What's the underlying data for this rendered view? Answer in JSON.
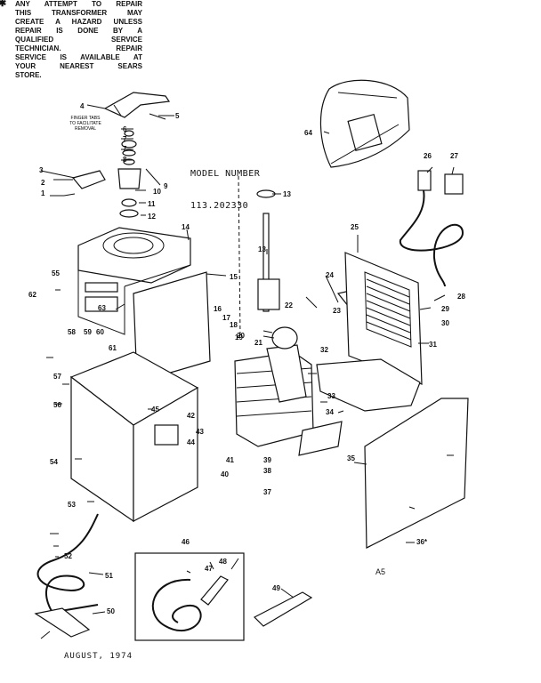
{
  "model": {
    "heading": "MODEL NUMBER",
    "number": "113.202330"
  },
  "date": "AUGUST, 1974",
  "page_code": "A5",
  "callout_note": [
    "FINGER TABS",
    "TO FACILITATE",
    "REMOVAL"
  ],
  "warning": {
    "symbol": "✱",
    "lines": [
      "ANY ATTEMPT TO REPAIR",
      "THIS TRANSFORMER MAY",
      "CREATE A HAZARD UNLESS",
      "REPAIR IS DONE BY A",
      "QUALIFIED SERVICE",
      "TECHNICIAN. REPAIR",
      "SERVICE IS AVAILABLE AT",
      "YOUR NEAREST SEARS",
      "STORE."
    ]
  },
  "part_numbers": [
    "1",
    "2",
    "3",
    "4",
    "5",
    "6",
    "7",
    "7",
    "8",
    "9",
    "10",
    "11",
    "12",
    "13",
    "13",
    "14",
    "15",
    "16",
    "17",
    "18",
    "19",
    "20",
    "21",
    "22",
    "23",
    "24",
    "25",
    "26",
    "27",
    "28",
    "29",
    "30",
    "31",
    "32",
    "33",
    "34",
    "35",
    "36*",
    "37",
    "38",
    "39",
    "40",
    "41",
    "42",
    "43",
    "44",
    "45",
    "46",
    "47",
    "48",
    "49",
    "50",
    "51",
    "52",
    "53",
    "54",
    "55",
    "56",
    "57",
    "58",
    "59",
    "60",
    "61",
    "62",
    "63",
    "64"
  ]
}
